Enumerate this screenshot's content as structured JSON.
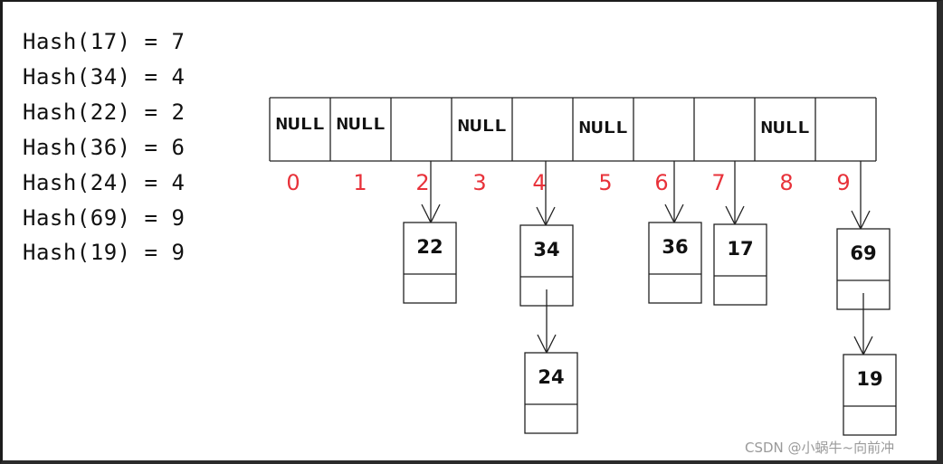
{
  "hash_assignments": [
    "Hash(17) = 7",
    "Hash(34) = 4",
    "Hash(22) = 2",
    "Hash(36) = 6",
    "Hash(24) = 4",
    "Hash(69) = 9",
    "Hash(19) = 9"
  ],
  "table": {
    "indices": [
      "0",
      "1",
      "2",
      "3",
      "4",
      "5",
      "6",
      "7",
      "8",
      "9"
    ],
    "slots": [
      "NULL",
      "NULL",
      "",
      "NULL",
      "",
      "NULL",
      "",
      "",
      "NULL",
      ""
    ]
  },
  "chains": [
    {
      "slot": 2,
      "nodes": [
        "22"
      ]
    },
    {
      "slot": 4,
      "nodes": [
        "34",
        "24"
      ]
    },
    {
      "slot": 6,
      "nodes": [
        "36"
      ]
    },
    {
      "slot": 7,
      "nodes": [
        "17"
      ]
    },
    {
      "slot": 9,
      "nodes": [
        "69",
        "19"
      ]
    }
  ],
  "colors": {
    "index_label": "#e8323a",
    "line": "#222222",
    "text": "#111111"
  },
  "watermark": "CSDN @小蜗牛~向前冲"
}
